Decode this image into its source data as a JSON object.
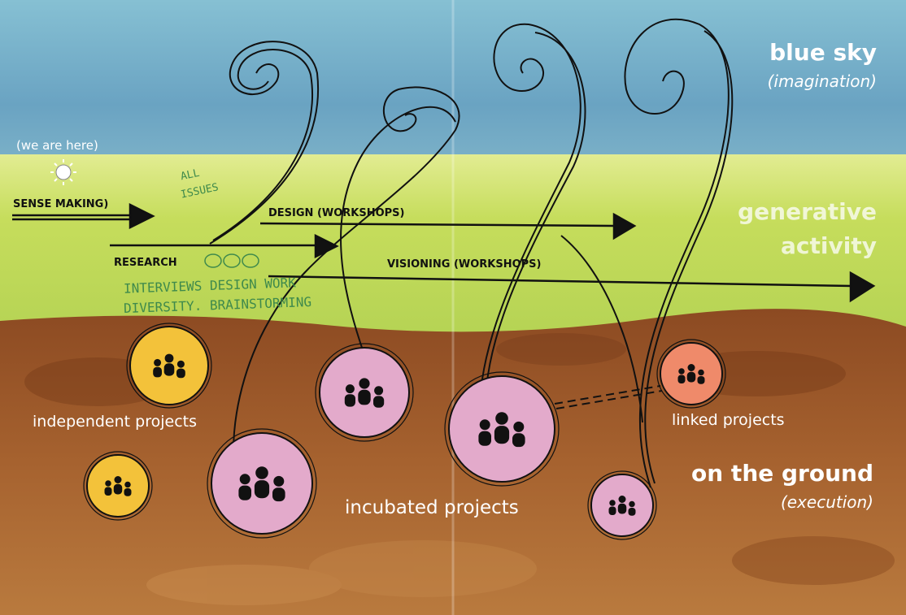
{
  "zones": {
    "sky": {
      "title": "blue sky",
      "subtitle": "(imagination)"
    },
    "generative": {
      "title_line1": "generative",
      "title_line2": "activity"
    },
    "ground": {
      "title": "on the ground",
      "subtitle": "(execution)"
    }
  },
  "marker": {
    "label": "(we are here)",
    "icon": "sun-icon"
  },
  "flows": {
    "sense_making": "SENSE MAKING)",
    "research": "RESEARCH",
    "design": "DESIGN (WORKSHOPS)",
    "visioning": "VISIONING (WORKSHOPS)"
  },
  "handwriting": {
    "note1_line1": "ALL",
    "note1_line2": "ISSUES",
    "note2_line1": "INTERVIEWS  DESIGN  WORK",
    "note2_line2": "DIVERSITY.  BRAINSTORMING"
  },
  "groups": {
    "independent": "independent projects",
    "incubated": "incubated projects",
    "linked": "linked projects"
  },
  "colors": {
    "sky": "#6fa9c6",
    "grass": "#c4dc5a",
    "soil": "#9a5a2c",
    "independent": "#f3c23a",
    "incubated": "#e3aacb",
    "linked": "#ef8a6a",
    "ink": "#111111",
    "handwriting": "#3f8a4c"
  }
}
